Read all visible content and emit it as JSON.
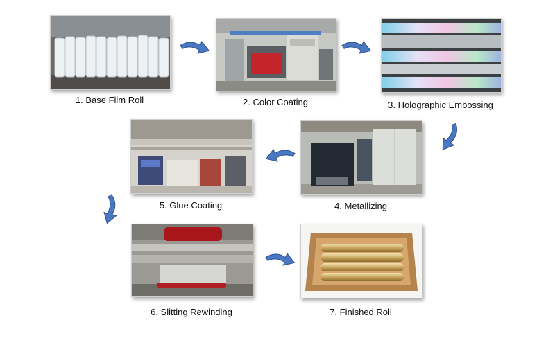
{
  "steps": [
    {
      "label": "1. Base Film Roll"
    },
    {
      "label": "2. Color Coating"
    },
    {
      "label": "3. Holographic Embossing"
    },
    {
      "label": "4. Metallizing"
    },
    {
      "label": "5. Glue Coating"
    },
    {
      "label": "6. Slitting Rewinding"
    },
    {
      "label": "7. Finished Roll"
    }
  ],
  "colors": {
    "arrow_fill": "#4a78c2",
    "arrow_stroke": "#2c4f8f",
    "caption": "#111111"
  }
}
